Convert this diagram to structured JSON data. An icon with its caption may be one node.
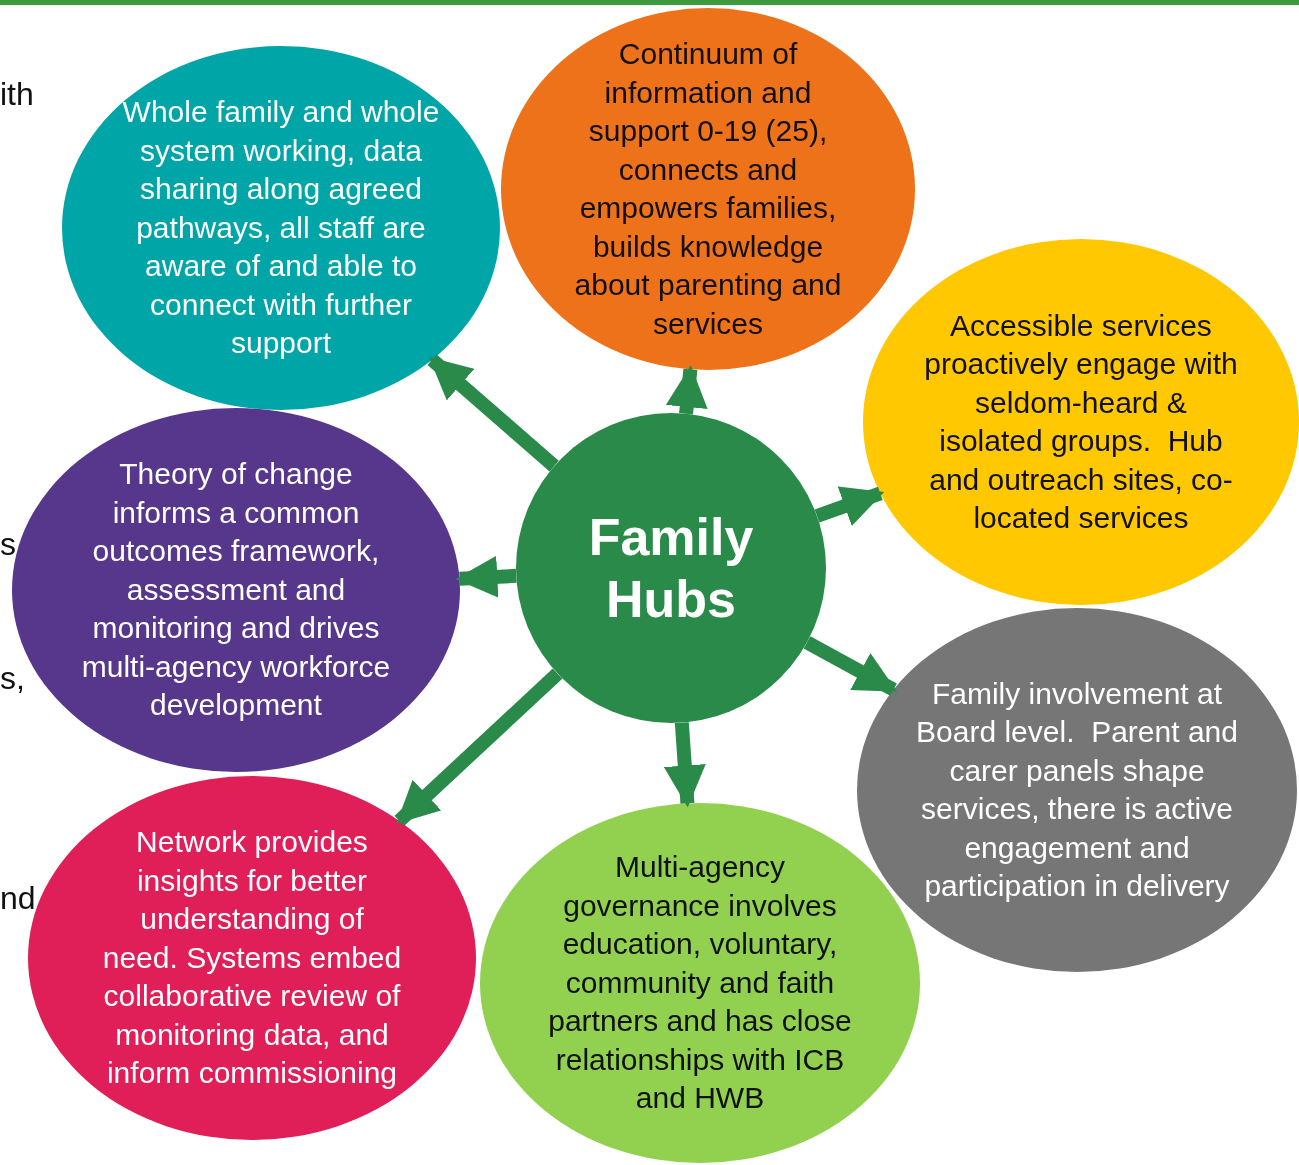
{
  "diagram": {
    "nodes": [
      {
        "text": [
          "Whole family and whole system working, data sharing along agreed pathways, all staff are aware of and able to connect with further support"
        ]
      },
      {
        "text": [
          "Continuum of information and support 0-19 (25), connects and empowers families, builds knowledge about parenting and services"
        ]
      },
      {
        "text": [
          "Accessible services proactively engage with seldom-heard & isolated groups.  Hub and outreach sites, co-located services"
        ]
      },
      {
        "text": [
          "Theory of change informs a common outcomes framework, assessment and monitoring and drives multi-agency workforce development"
        ]
      },
      {
        "text": [
          "Family Hubs"
        ]
      },
      {
        "text": [
          "Family involvement at Board level.  Parent and carer panels shape services, there is active engagement and participation in delivery"
        ]
      },
      {
        "text": [
          "Network provides insights for better understanding of need. Systems embed collaborative review of monitoring data, and inform commissioning"
        ]
      },
      {
        "text": [
          "Multi-agency governance involves education, voluntary, community and faith partners and has close relationships with ICB and HWB"
        ]
      }
    ],
    "edges": [
      {
        "from": 4,
        "to": 0,
        "arrow": "to"
      },
      {
        "from": 4,
        "to": 1,
        "arrow": "to"
      },
      {
        "from": 4,
        "to": 2,
        "arrow": "to"
      },
      {
        "from": 4,
        "to": 3,
        "arrow": "to"
      },
      {
        "from": 4,
        "to": 5,
        "arrow": "to"
      },
      {
        "from": 4,
        "to": 6,
        "arrow": "to"
      },
      {
        "from": 4,
        "to": 7,
        "arrow": "to"
      }
    ],
    "labels": [
      "ith",
      "s",
      "s,",
      "nd"
    ]
  }
}
